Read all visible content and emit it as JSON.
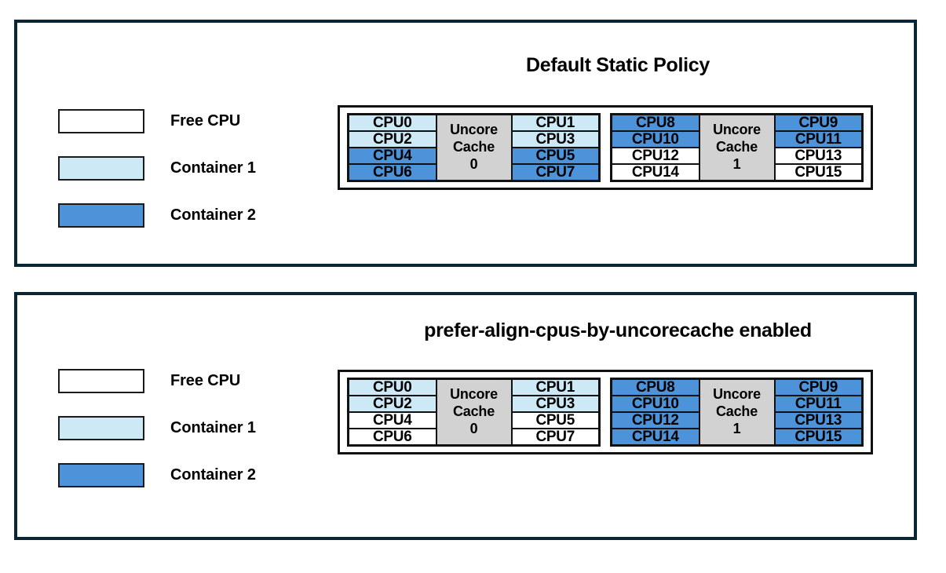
{
  "colors": {
    "free_cpu": "#ffffff",
    "container1": "#cde9f6",
    "container2": "#4d93d9",
    "uncore_cache": "#d2d2d2",
    "panel_border": "#0a2533",
    "cell_border": "#111111"
  },
  "legend": {
    "items": [
      {
        "key": "free",
        "label": "Free CPU",
        "fill": "free"
      },
      {
        "key": "container1",
        "label": "Container 1",
        "fill": "container1"
      },
      {
        "key": "container2",
        "label": "Container 2",
        "fill": "container2"
      }
    ]
  },
  "panels": [
    {
      "id": "default-static-policy",
      "title": "Default Static Policy",
      "sockets": [
        {
          "uncore_label_line1": "Uncore",
          "uncore_label_line2": "Cache",
          "uncore_label_line3": "0",
          "left_column": [
            {
              "label": "CPU0",
              "fill": "container1"
            },
            {
              "label": "CPU2",
              "fill": "container1"
            },
            {
              "label": "CPU4",
              "fill": "container2"
            },
            {
              "label": "CPU6",
              "fill": "container2"
            }
          ],
          "right_column": [
            {
              "label": "CPU1",
              "fill": "container1"
            },
            {
              "label": "CPU3",
              "fill": "container1"
            },
            {
              "label": "CPU5",
              "fill": "container2"
            },
            {
              "label": "CPU7",
              "fill": "container2"
            }
          ]
        },
        {
          "uncore_label_line1": "Uncore",
          "uncore_label_line2": "Cache",
          "uncore_label_line3": "1",
          "left_column": [
            {
              "label": "CPU8",
              "fill": "container2"
            },
            {
              "label": "CPU10",
              "fill": "container2"
            },
            {
              "label": "CPU12",
              "fill": "free"
            },
            {
              "label": "CPU14",
              "fill": "free"
            }
          ],
          "right_column": [
            {
              "label": "CPU9",
              "fill": "container2"
            },
            {
              "label": "CPU11",
              "fill": "container2"
            },
            {
              "label": "CPU13",
              "fill": "free"
            },
            {
              "label": "CPU15",
              "fill": "free"
            }
          ]
        }
      ]
    },
    {
      "id": "prefer-align-cpus-by-uncorecache-enabled",
      "title": "prefer-align-cpus-by-uncorecache enabled",
      "sockets": [
        {
          "uncore_label_line1": "Uncore",
          "uncore_label_line2": "Cache",
          "uncore_label_line3": "0",
          "left_column": [
            {
              "label": "CPU0",
              "fill": "container1"
            },
            {
              "label": "CPU2",
              "fill": "container1"
            },
            {
              "label": "CPU4",
              "fill": "free"
            },
            {
              "label": "CPU6",
              "fill": "free"
            }
          ],
          "right_column": [
            {
              "label": "CPU1",
              "fill": "container1"
            },
            {
              "label": "CPU3",
              "fill": "container1"
            },
            {
              "label": "CPU5",
              "fill": "free"
            },
            {
              "label": "CPU7",
              "fill": "free"
            }
          ]
        },
        {
          "uncore_label_line1": "Uncore",
          "uncore_label_line2": "Cache",
          "uncore_label_line3": "1",
          "left_column": [
            {
              "label": "CPU8",
              "fill": "container2"
            },
            {
              "label": "CPU10",
              "fill": "container2"
            },
            {
              "label": "CPU12",
              "fill": "container2"
            },
            {
              "label": "CPU14",
              "fill": "container2"
            }
          ],
          "right_column": [
            {
              "label": "CPU9",
              "fill": "container2"
            },
            {
              "label": "CPU11",
              "fill": "container2"
            },
            {
              "label": "CPU13",
              "fill": "container2"
            },
            {
              "label": "CPU15",
              "fill": "container2"
            }
          ]
        }
      ]
    }
  ]
}
